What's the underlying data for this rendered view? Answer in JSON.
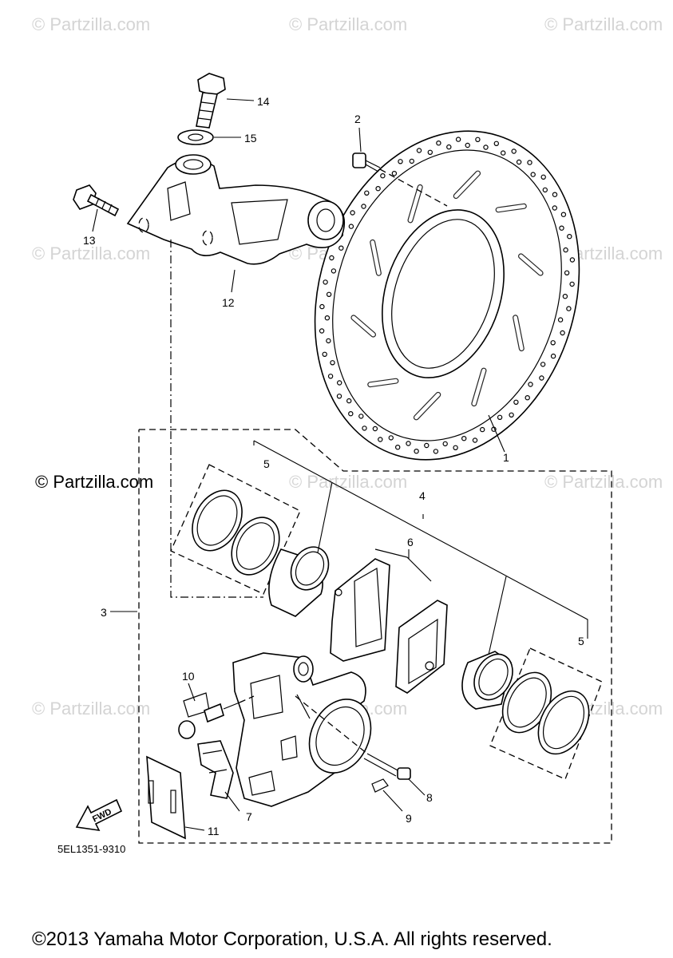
{
  "watermark": "© Partzilla.com",
  "partzilla_label": "© Partzilla.com",
  "diagram_code": "5EL1351-9310",
  "copyright": "©2013 Yamaha Motor Corporation, U.S.A. All rights reserved.",
  "fwd_label": "FWD",
  "callouts": {
    "c1": "1",
    "c2": "2",
    "c3": "3",
    "c4": "4",
    "c5a": "5",
    "c5b": "5",
    "c6": "6",
    "c7": "7",
    "c8": "8",
    "c9": "9",
    "c10": "10",
    "c11": "11",
    "c12": "12",
    "c13": "13",
    "c14": "14",
    "c15": "15"
  }
}
